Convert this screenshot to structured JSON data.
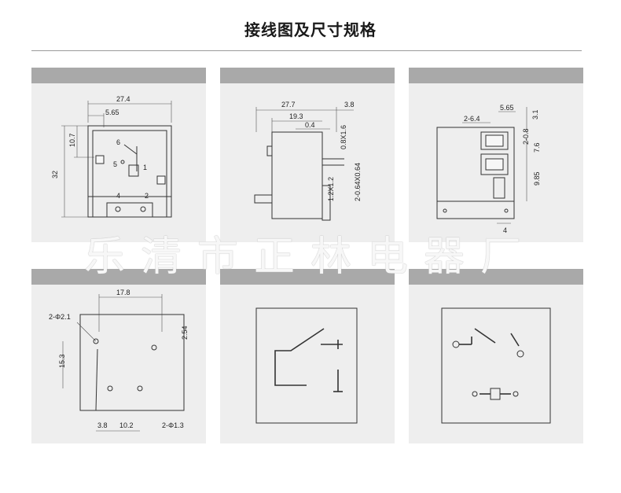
{
  "page": {
    "title": "接线图及尺寸规格",
    "watermark": "乐清市正林电器厂"
  },
  "panels": {
    "front_view": {
      "dims": {
        "width": "27.4",
        "inner": "5.65",
        "height": "32",
        "top": "10.7"
      },
      "pins": {
        "p6": "6",
        "p5": "5",
        "p1": "1",
        "p4": "4",
        "p2": "2"
      }
    },
    "side_view": {
      "dims": {
        "length": "27.7",
        "right": "3.8",
        "inner": "19.3",
        "gap": "0.4",
        "term_small": "0.8X1.6",
        "term_a": "1.2X1.2",
        "term_b": "2-0.64X0.64"
      }
    },
    "top_view": {
      "dims": {
        "d1": "5.65",
        "d2": "2-6.4",
        "d3": "3.1",
        "d4": "2-0.8",
        "d5": "7.6",
        "d6": "9.85",
        "d7": "4"
      }
    },
    "pcb_layout": {
      "dims": {
        "width": "17.8",
        "hole_large": "2-Φ2.1",
        "pitch": "2.54",
        "height": "15.3",
        "left": "3.8",
        "spacing": "10.2",
        "hole_small": "2-Φ1.3"
      }
    }
  },
  "colors": {
    "panel_bg": "#eeeeee",
    "panel_bar": "#a9a9a9",
    "line": "#333333"
  }
}
